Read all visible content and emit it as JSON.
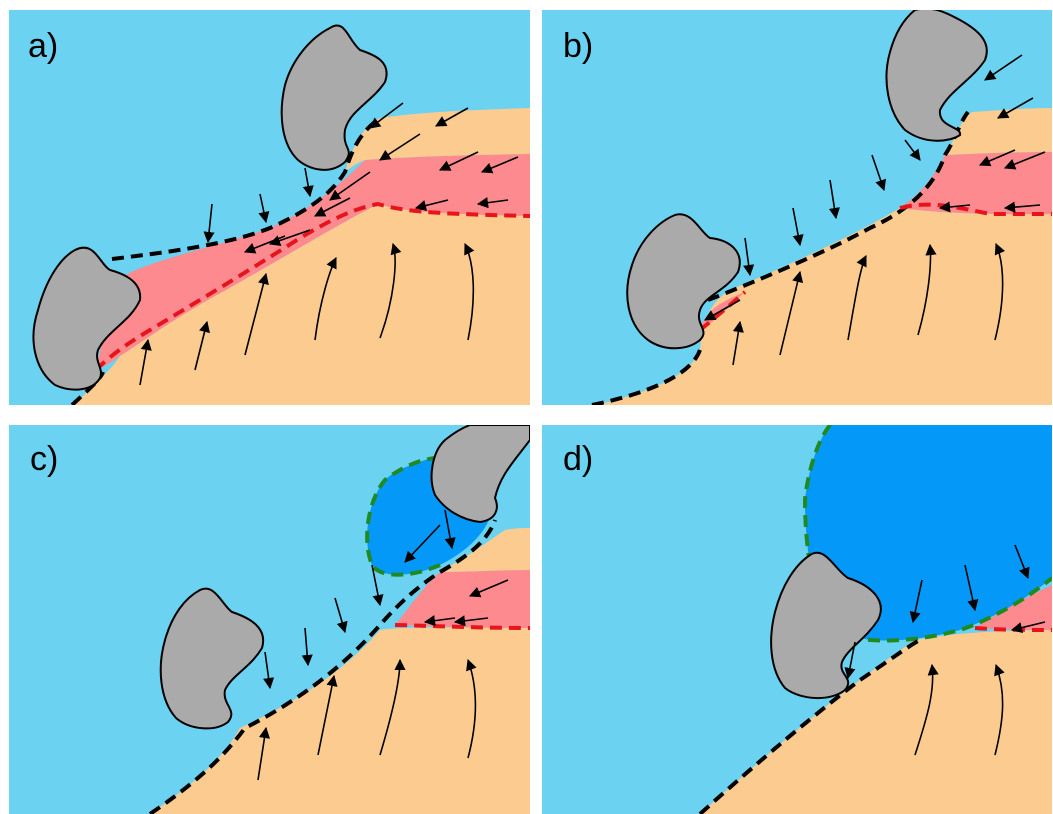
{
  "panels": [
    {
      "id": "a",
      "label": "a)"
    },
    {
      "id": "b",
      "label": "b)"
    },
    {
      "id": "c",
      "label": "c)"
    },
    {
      "id": "d",
      "label": "d)"
    }
  ],
  "colors": {
    "background_water": "#6bd3f1",
    "land": "#fccb8f",
    "pink_zone": "#fc8a8f",
    "dark_blue_zone": "#0498f8",
    "gray_body": "#aaaaaa",
    "black_front": "#000000",
    "red_front": "#e8141c",
    "green_front": "#1f8a1f"
  },
  "icons": {
    "gray_body_shape": "gray-blob",
    "flow_marker": "arrow"
  }
}
